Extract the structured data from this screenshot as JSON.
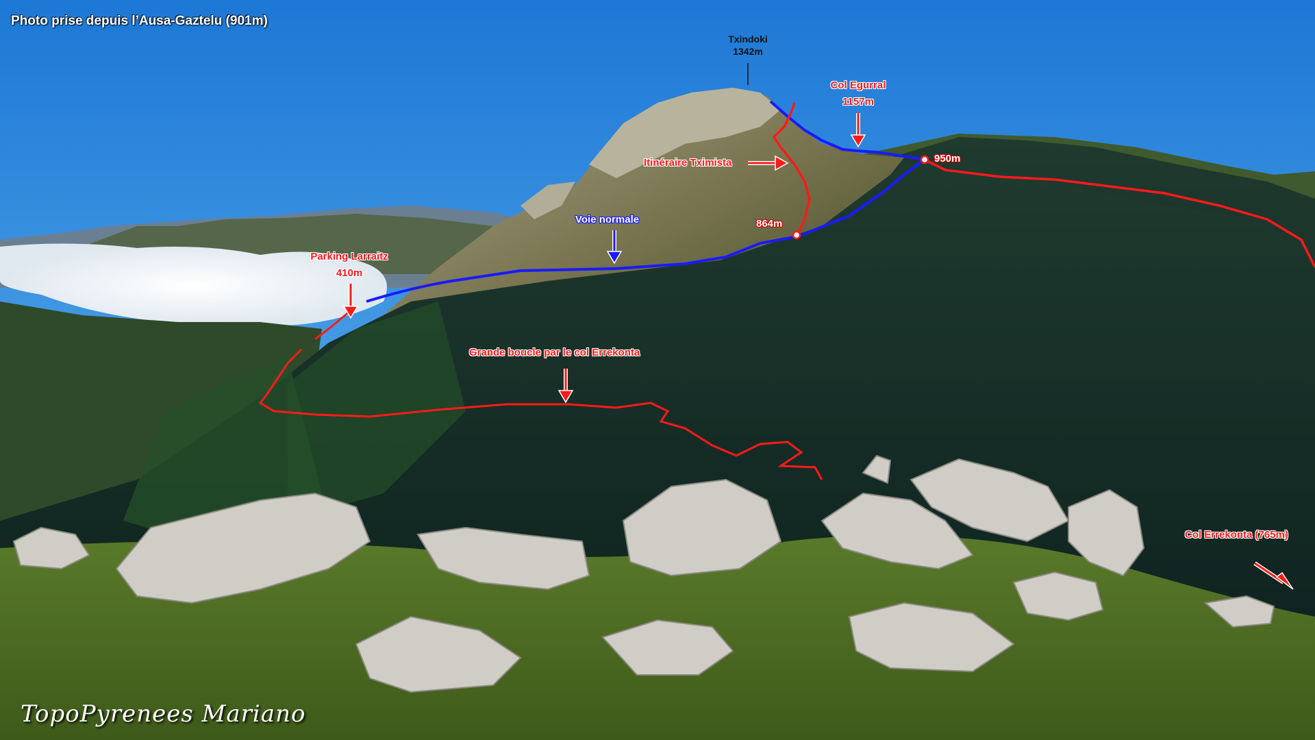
{
  "caption": "Photo prise depuis l’Ausa-Gaztelu (901m)",
  "peak": {
    "name": "Txindoki",
    "altitude": "1342m"
  },
  "labels": {
    "col_egurral_name": "Col Egurral",
    "col_egurral_alt": "1157m",
    "itineraire": "Itinéraire Tximista",
    "pt_950": "950m",
    "pt_864": "864m",
    "voie_normale": "Voie normale",
    "parking_name": "Parking Larraitz",
    "parking_alt": "410m",
    "grande_boucle": "Grande boucle par le col Errekonta",
    "col_errekonta": "Col Errekonta (765m)"
  },
  "signature": "TopoPyrenees Mariano",
  "colors": {
    "route_red": "#ff1a1a",
    "route_blue": "#1a1aff",
    "sky": "#2e86d9"
  }
}
